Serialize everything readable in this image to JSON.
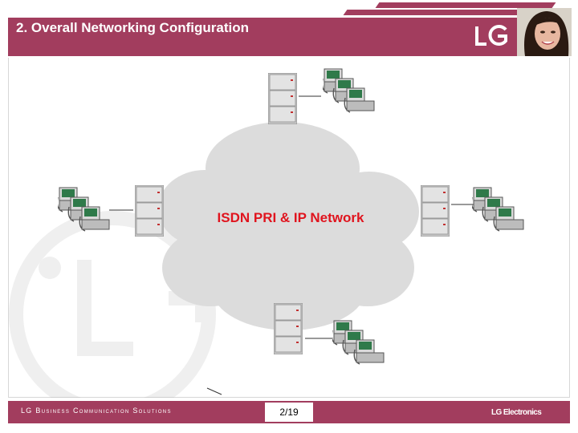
{
  "header": {
    "title": "2. Overall Networking Configuration",
    "logo_icon": "lg-logo-icon",
    "photo_icon": "presenter-photo-icon",
    "brand_color": "#a23d5e"
  },
  "diagram": {
    "cloud_label": "ISDN PRI & IP Network",
    "cloud_color": "#dcdcdc",
    "label_color": "#e0141e",
    "node_icons": [
      "pbx-system-icon",
      "phone-cluster-icon"
    ]
  },
  "footer": {
    "left_text": "LG Business Communication Solutions",
    "page": "2/19",
    "right_text": "LG Electronics"
  }
}
